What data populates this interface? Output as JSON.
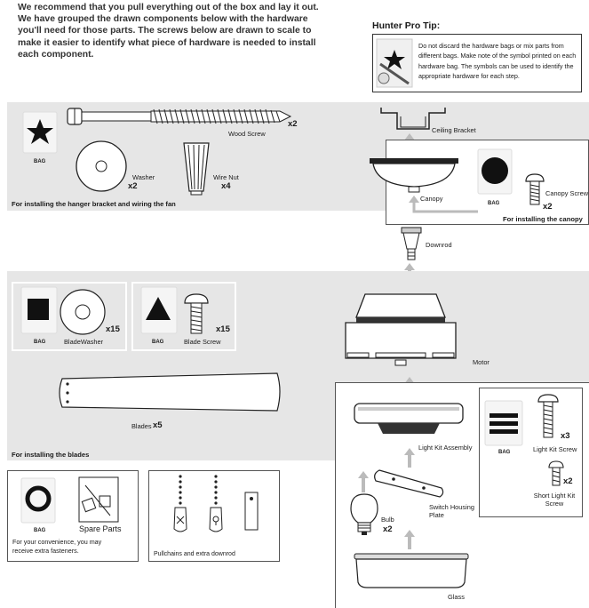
{
  "intro_text": "We recommend that you pull everything out of the box and lay it out. We have grouped the drawn components below with the hardware you'll need for those parts. The screws below are drawn to scale to make it easier to identify what piece of hardware is needed to install each component.",
  "tip": {
    "title": "Hunter Pro Tip:",
    "text": "Do not discard the hardware bags or mix parts from different bags. Make note of the symbol printed on each hardware bag. The symbols can be used to identify the appropriate hardware for each step."
  },
  "hanger_group": {
    "bag_label": "BAG",
    "bag_symbol": "star-icon",
    "wood_screw_label": "Wood Screw",
    "wood_screw_count": "x2",
    "washer_label": "Washer",
    "washer_count": "x2",
    "wire_nut_label": "Wire Nut",
    "wire_nut_count": "x4",
    "caption": "For installing the hanger bracket and wiring the fan"
  },
  "ceiling_bracket_label": "Ceiling Bracket",
  "canopy_group": {
    "canopy_label": "Canopy",
    "bag_label": "BAG",
    "bag_symbol": "circle-icon",
    "screw_label": "Canopy Screw",
    "screw_count": "x2",
    "caption": "For installing the canopy"
  },
  "downrod_label": "Downrod",
  "blades_group": {
    "washer_bag_label": "BAG",
    "washer_bag_symbol": "square-icon",
    "blade_washer_label": "BladeWasher",
    "blade_washer_count": "x15",
    "screw_bag_label": "BAG",
    "screw_bag_symbol": "triangle-icon",
    "blade_screw_label": "Blade Screw",
    "blade_screw_count": "x15",
    "blades_label": "Blades",
    "blades_count": "x5",
    "caption": "For installing the blades"
  },
  "motor_label": "Motor",
  "light_group": {
    "light_kit_label": "Light Kit Assembly",
    "bag_label": "BAG",
    "bag_symbol": "three-bars-icon",
    "light_kit_screw_label": "Light Kit Screw",
    "light_kit_screw_count": "x3",
    "short_screw_label": "Short Light Kit Screw",
    "short_screw_count": "x2",
    "switch_plate_label": "Switch Housing Plate",
    "bulb_label": "Bulb",
    "bulb_count": "x2",
    "glass_label": "Glass"
  },
  "spare_group": {
    "bag_label": "BAG",
    "bag_symbol": "ring-icon",
    "spare_label": "Spare Parts",
    "note": "For your convenience, you may receive extra fasteners."
  },
  "pullchain_group": {
    "label": "Pullchains and extra downrod"
  },
  "colors": {
    "panel_gray": "#e6e6e6",
    "ink": "#1a1a1a",
    "arrow": "#b3b3b3"
  }
}
